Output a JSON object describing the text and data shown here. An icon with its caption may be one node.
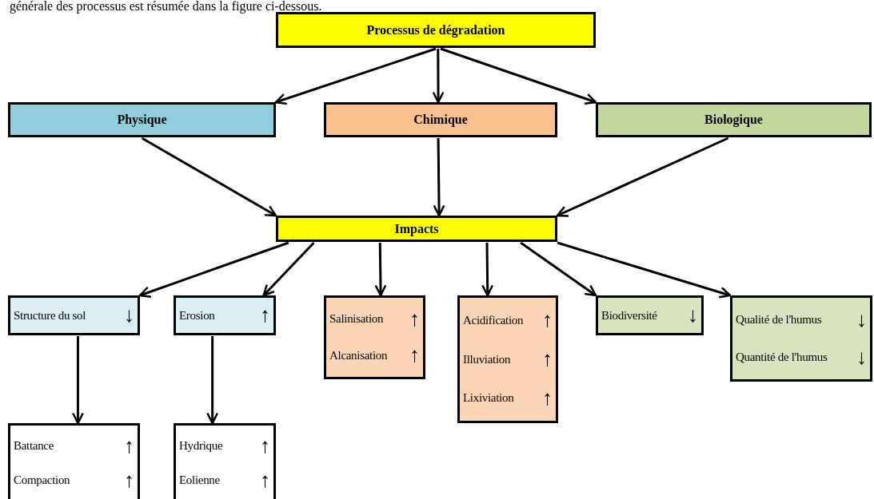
{
  "diagram": {
    "nodes": [
      {
        "text": [
          "Processus de dégradation"
        ]
      },
      {
        "text": [
          "Physique"
        ]
      },
      {
        "text": [
          "Chimique"
        ]
      },
      {
        "text": [
          "Biologique"
        ]
      },
      {
        "text": [
          "Impacts"
        ]
      },
      {
        "text": [
          "Structure du sol",
          "↓"
        ]
      },
      {
        "text": [
          "Erosion",
          "↑"
        ]
      },
      {
        "text": [
          "Salinisation",
          "↑",
          "Alcanisation",
          "↑"
        ]
      },
      {
        "text": [
          "Acidification",
          "↑",
          "Illuviation",
          "↑",
          "Lixiviation",
          "↑"
        ]
      },
      {
        "text": [
          "Biodiversité",
          "↓"
        ]
      },
      {
        "text": [
          "Qualité de l'humus",
          "↓",
          "Quantité de l'humus",
          "↓"
        ]
      },
      {
        "text": [
          "Battance",
          "↑",
          "Compaction",
          "↑"
        ]
      },
      {
        "text": [
          "Hydrique",
          "↑",
          "Eolienne",
          "↑"
        ]
      }
    ],
    "edges": [
      {
        "from": 0,
        "to": 1,
        "arrow": "to"
      },
      {
        "from": 0,
        "to": 2,
        "arrow": "to"
      },
      {
        "from": 0,
        "to": 3,
        "arrow": "to"
      },
      {
        "from": 1,
        "to": 4,
        "arrow": "to"
      },
      {
        "from": 2,
        "to": 4,
        "arrow": "to"
      },
      {
        "from": 3,
        "to": 4,
        "arrow": "to"
      },
      {
        "from": 4,
        "to": 5,
        "arrow": "to"
      },
      {
        "from": 4,
        "to": 6,
        "arrow": "to"
      },
      {
        "from": 4,
        "to": 7,
        "arrow": "to"
      },
      {
        "from": 4,
        "to": 8,
        "arrow": "to"
      },
      {
        "from": 4,
        "to": 9,
        "arrow": "to"
      },
      {
        "from": 4,
        "to": 10,
        "arrow": "to"
      },
      {
        "from": 5,
        "to": 11,
        "arrow": "to"
      },
      {
        "from": 6,
        "to": 12,
        "arrow": "to"
      }
    ],
    "labels": [
      "générale des processus est résumée dans la figure ci-dessous."
    ]
  }
}
